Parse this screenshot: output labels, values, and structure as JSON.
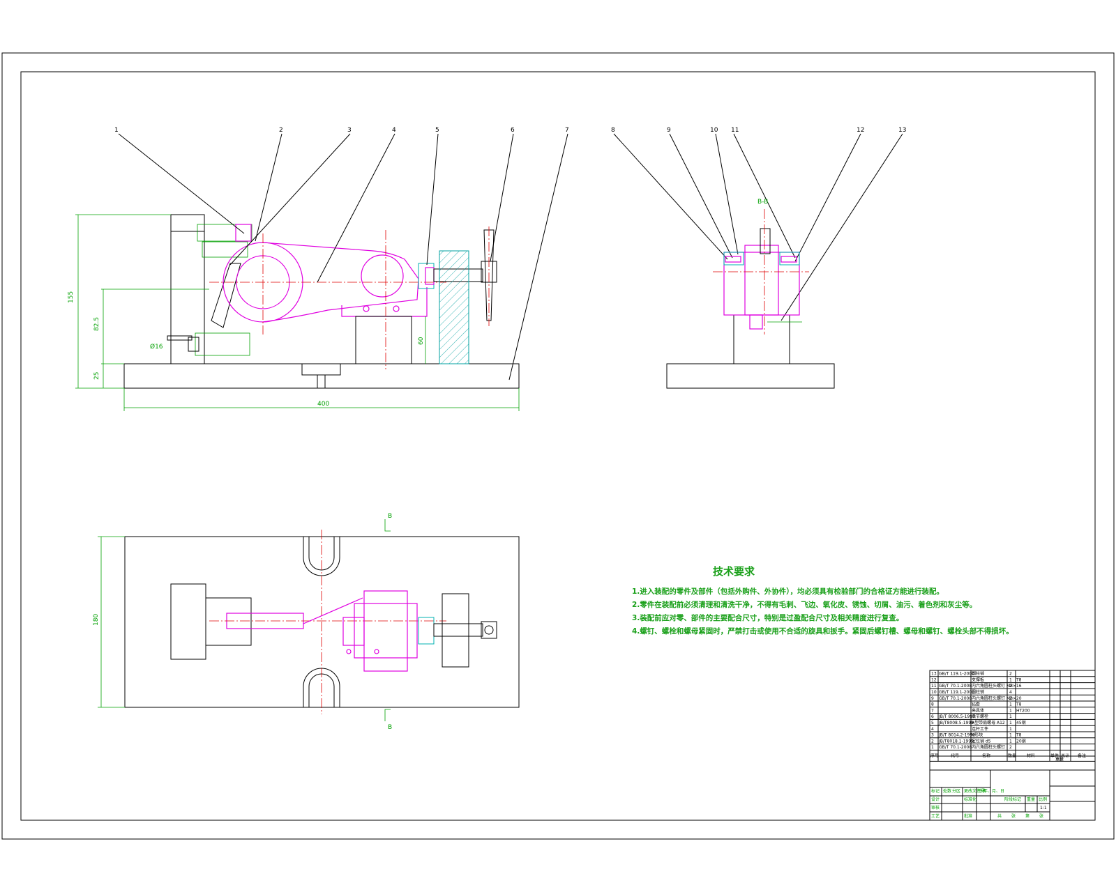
{
  "drawing": {
    "part_callouts": [
      "1",
      "2",
      "3",
      "4",
      "5",
      "6",
      "7",
      "8",
      "9",
      "10",
      "11",
      "12",
      "13"
    ],
    "front_view_dims": {
      "overall_height": "155",
      "center_height": "82.5",
      "base_height": "25",
      "overall_length": "400",
      "bolt_dia": "Ø16",
      "support_height": "60"
    },
    "top_view_dims": {
      "width": "180",
      "section_mark": "B"
    },
    "side_view_mark": "B-B",
    "tech_req_title": "技术要求",
    "tech_req": [
      "1.进入装配的零件及部件（包括外购件、外协件），均必须具有检验部门的合格证方能进行装配。",
      "2.零件在装配前必须清理和清洗干净，不得有毛刺、飞边、氧化皮、锈蚀、切屑、油污、着色剂和灰尘等。",
      "3.装配前应对零、部件的主要配合尺寸，特别是过盈配合尺寸及相关精度进行复查。",
      "4.螺钉、螺栓和螺母紧固时，严禁打击或使用不合适的旋具和扳手。紧固后螺钉槽、螺母和螺钉、螺栓头部不得损坏。"
    ],
    "bom_rows": [
      {
        "no": "13",
        "code": "GB/T 119.1-2000",
        "name": "圆柱销",
        "qty": "2",
        "mat": ""
      },
      {
        "no": "12",
        "code": "",
        "name": "支撑板",
        "qty": "1",
        "mat": "T8"
      },
      {
        "no": "11",
        "code": "GB/T 70.1-2008",
        "name": "内六角圆柱头螺钉 M8×16",
        "qty": "2",
        "mat": ""
      },
      {
        "no": "10",
        "code": "GB/T 119.1-2000",
        "name": "圆柱销",
        "qty": "4",
        "mat": ""
      },
      {
        "no": "9",
        "code": "GB/T 70.1-2008",
        "name": "内六角圆柱头螺钉 M8×20",
        "qty": "2",
        "mat": ""
      },
      {
        "no": "8",
        "code": "",
        "name": "钻套",
        "qty": "1",
        "mat": "T8"
      },
      {
        "no": "7",
        "code": "",
        "name": "夹具体",
        "qty": "1",
        "mat": "HT200"
      },
      {
        "no": "6",
        "code": "JB/T 8006.5-1999",
        "name": "活节螺栓",
        "qty": "1",
        "mat": ""
      },
      {
        "no": "5",
        "code": "JB/T8008.5-1999",
        "name": "A型带肩螺母 A12",
        "qty": "1",
        "mat": "45钢"
      },
      {
        "no": "4",
        "code": "",
        "name": "连杆工件",
        "qty": "1",
        "mat": ""
      },
      {
        "no": "3",
        "code": "JB/T 8014.2-1999",
        "name": "V形块",
        "qty": "1",
        "mat": "T8"
      },
      {
        "no": "2",
        "code": "JB/T8018.1-1999",
        "name": "定位销 d5",
        "qty": "1",
        "mat": "20钢"
      },
      {
        "no": "1",
        "code": "GB/T 70.1-2008",
        "name": "内六角圆柱头螺钉",
        "qty": "2",
        "mat": ""
      }
    ],
    "bom_header": {
      "no": "序号",
      "code": "代号",
      "name": "名称",
      "qty": "数量",
      "mat": "材料",
      "unit": "单件",
      "total": "总计",
      "weight": "重量",
      "remark": "备注"
    },
    "title_block": {
      "labels": [
        "标记",
        "处数",
        "分区",
        "更改文件号",
        "签名",
        "年、月、日",
        "设计",
        "标准化",
        "审核",
        "工艺",
        "批准",
        "阶段标记",
        "重量",
        "比例",
        "共",
        "张",
        "第",
        "张"
      ],
      "scale": "1:1"
    }
  }
}
